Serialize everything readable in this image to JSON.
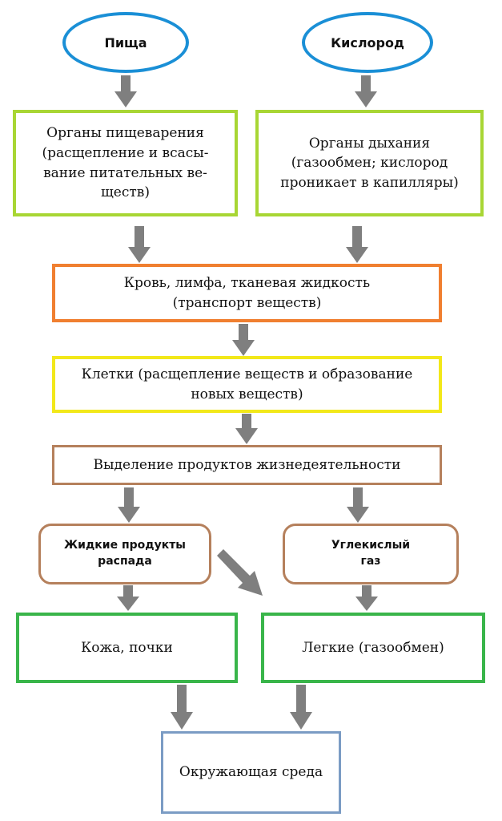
{
  "nodes": {
    "food": "Пища",
    "oxygen": "Кислород",
    "digestion": "Органы пищеварения\n(расщепление и всасы-\nвание питательных ве-\nществ)",
    "respiration": "Органы дыхания\n(газообмен; кислород\nпроникает в капилляры)",
    "blood": "Кровь, лимфа, тканевая жидкость\n(транспорт веществ)",
    "cells": "Клетки (расщепление веществ и образование\nновых веществ)",
    "excretion": "Выделение продуктов жизнедеятельности",
    "liquid_products": "Жидкие продукты\nраспада",
    "co2": "Углекислый\nгаз",
    "skin_kidneys": "Кожа, почки",
    "lungs": "Легкие (газообмен)",
    "environment": "Окружающая среда"
  },
  "colors": {
    "oval_border": "#1a8fd6",
    "organ_border": "#a8d634",
    "blood_border": "#f07f30",
    "cells_border": "#f2e81a",
    "excretion_border": "#b5805c",
    "output_border": "#39b54a",
    "environment_border": "#7b9cc4",
    "arrow": "#7f7f7f"
  }
}
